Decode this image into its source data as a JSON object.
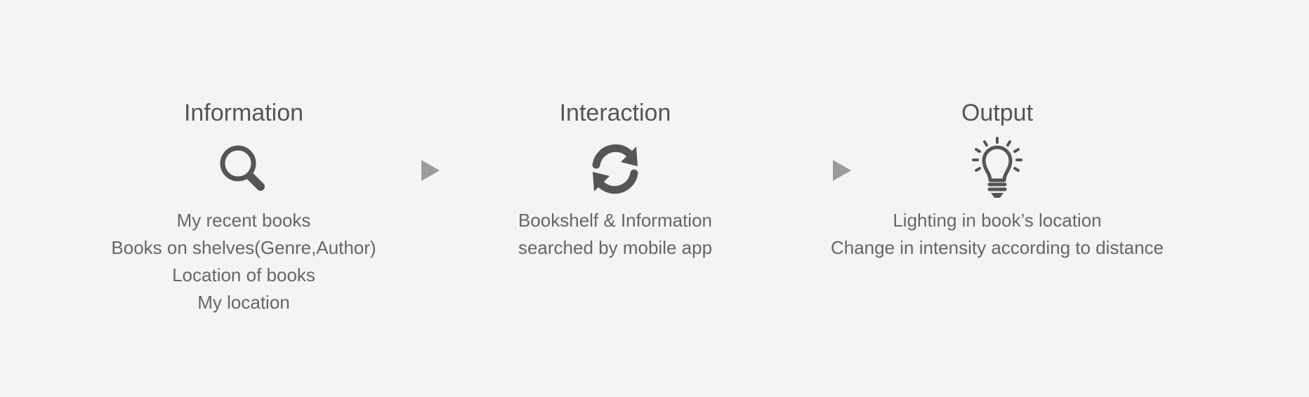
{
  "stages": [
    {
      "title": "Information",
      "icon": "search-icon",
      "lines": [
        "My recent books",
        "Books on shelves(Genre,Author)",
        "Location of books",
        "My location"
      ]
    },
    {
      "title": "Interaction",
      "icon": "refresh-icon",
      "lines": [
        "Bookshelf & Information",
        "searched by mobile app"
      ]
    },
    {
      "title": "Output",
      "icon": "lightbulb-icon",
      "lines": [
        "Lighting in book’s location",
        "Change in intensity according to distance"
      ]
    }
  ],
  "colors": {
    "background": "#f4f4f4",
    "icon": "#555555",
    "text": "#666666",
    "arrow": "#9b9b9b"
  }
}
